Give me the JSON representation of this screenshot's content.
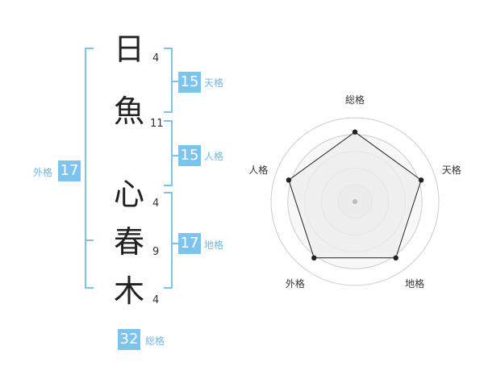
{
  "name": {
    "characters": [
      {
        "char": "日",
        "strokes": "4"
      },
      {
        "char": "魚",
        "strokes": "11"
      },
      {
        "char": "心",
        "strokes": "4"
      },
      {
        "char": "春",
        "strokes": "9"
      },
      {
        "char": "木",
        "strokes": "4"
      }
    ]
  },
  "kakusu": {
    "tenkaku": {
      "value": "15",
      "label": "天格"
    },
    "jinkaku": {
      "value": "15",
      "label": "人格"
    },
    "chikaku": {
      "value": "17",
      "label": "地格"
    },
    "gaikaku": {
      "value": "17",
      "label": "外格"
    },
    "soukaku": {
      "value": "32",
      "label": "総格"
    }
  },
  "chart_data": {
    "type": "radar",
    "axes": [
      "総格",
      "天格",
      "地格",
      "外格",
      "人格"
    ],
    "values": [
      0.83,
      0.83,
      0.83,
      0.83,
      0.83
    ],
    "rings": 5,
    "colors": {
      "fill": "#eeeeee",
      "line": "#222222",
      "point": "#222222",
      "grid": "#cccccc"
    }
  },
  "colors": {
    "accent": "#7cc4ee",
    "accent_text": "#6db8e6"
  }
}
